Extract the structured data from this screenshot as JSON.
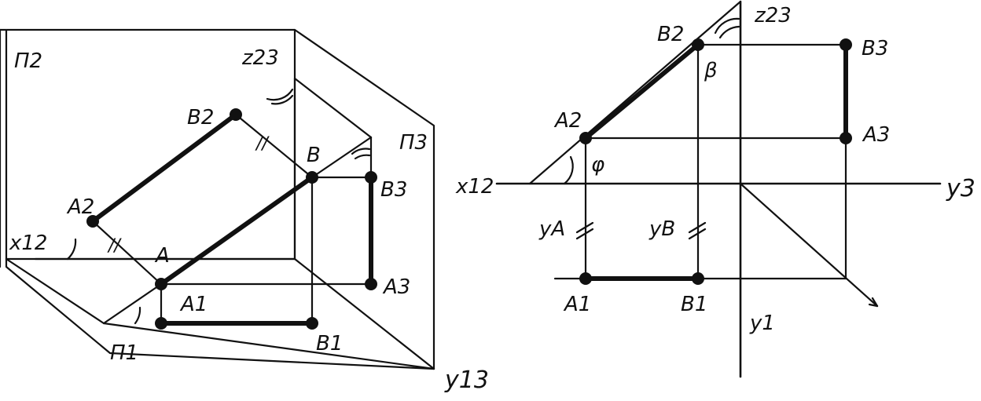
{
  "left_view": {
    "plane_p2": "Π2",
    "plane_p3": "Π3",
    "plane_p1": "Π1",
    "axis_z23": "z23",
    "axis_x12": "x12",
    "axis_y13": "y13",
    "tick_mark": "//",
    "points": {
      "A": "A",
      "B": "B",
      "A1": "A1",
      "B1": "B1",
      "A2": "A2",
      "B2": "B2",
      "A3": "A3",
      "B3": "B3"
    }
  },
  "right_view": {
    "axis_z23": "z23",
    "axis_x12": "x12",
    "axis_y3": "y3",
    "axis_y1": "y1",
    "angle_beta": "β",
    "angle_phi": "φ",
    "dim_ya": "yA",
    "dim_yb": "yB",
    "points": {
      "A1": "A1",
      "B1": "B1",
      "A2": "A2",
      "B2": "B2",
      "A3": "A3",
      "B3": "B3"
    }
  }
}
